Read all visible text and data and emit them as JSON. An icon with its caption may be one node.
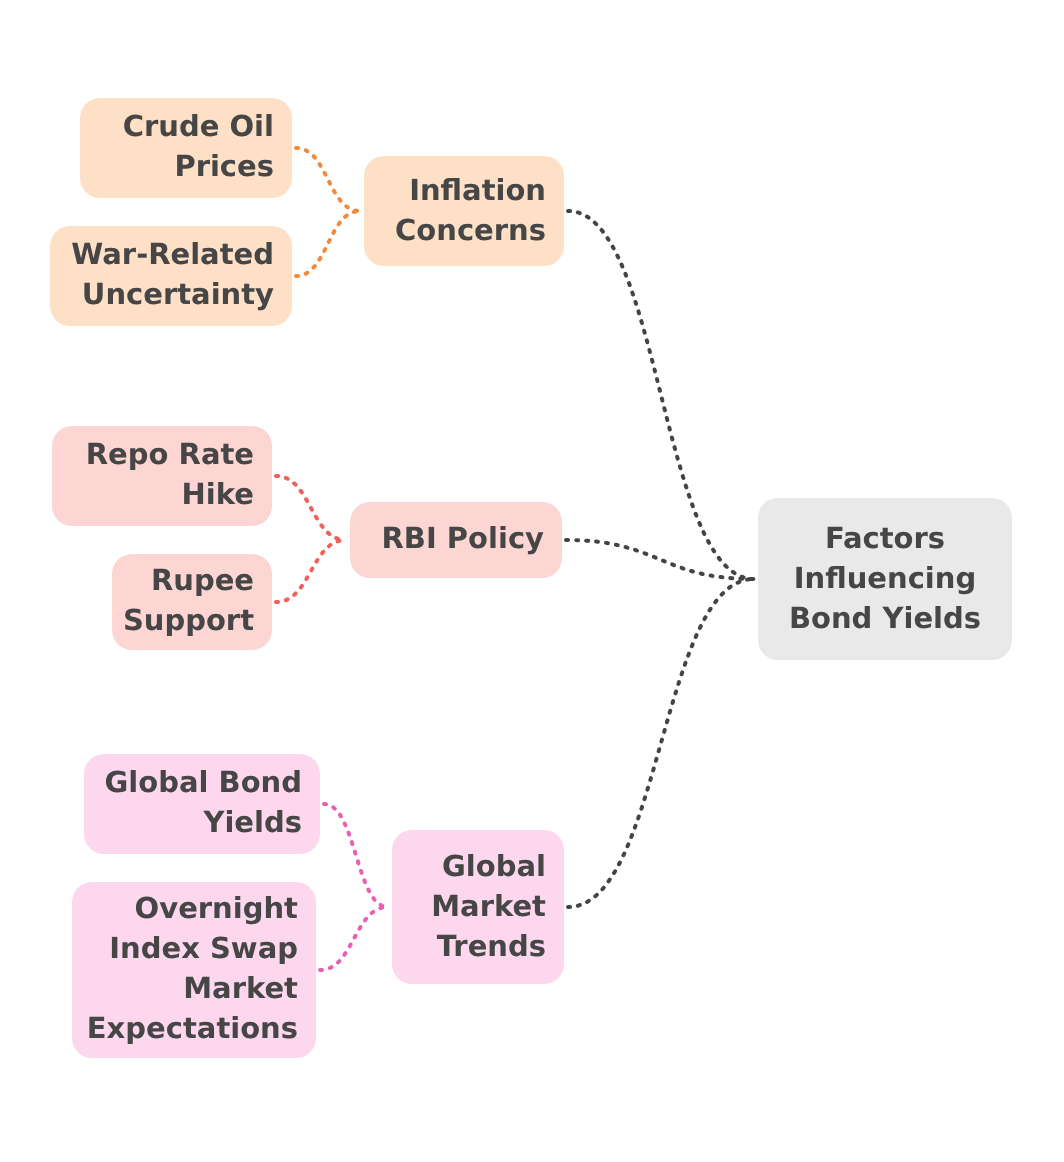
{
  "diagram": {
    "nodes": [
      {
        "text": [
          "Crude Oil Prices"
        ]
      },
      {
        "text": [
          "War-Related Uncertainty"
        ]
      },
      {
        "text": [
          "Inflation Concerns"
        ]
      },
      {
        "text": [
          "Repo Rate Hike"
        ]
      },
      {
        "text": [
          "Rupee Support"
        ]
      },
      {
        "text": [
          "RBI Policy"
        ]
      },
      {
        "text": [
          "Global Bond Yields"
        ]
      },
      {
        "text": [
          "Overnight Index Swap Market Expectations"
        ]
      },
      {
        "text": [
          "Global Market Trends"
        ]
      },
      {
        "text": [
          "Factors Influencing Bond Yields"
        ]
      }
    ],
    "edges": [
      {
        "from": 0,
        "to": 2,
        "arrow": "none",
        "style": "dashed",
        "color": "#f08a3c"
      },
      {
        "from": 1,
        "to": 2,
        "arrow": "none",
        "style": "dashed",
        "color": "#f08a3c"
      },
      {
        "from": 3,
        "to": 5,
        "arrow": "none",
        "style": "dashed",
        "color": "#f0605a"
      },
      {
        "from": 4,
        "to": 5,
        "arrow": "none",
        "style": "dashed",
        "color": "#f0605a"
      },
      {
        "from": 6,
        "to": 8,
        "arrow": "none",
        "style": "dashed",
        "color": "#e860b0"
      },
      {
        "from": 7,
        "to": 8,
        "arrow": "none",
        "style": "dashed",
        "color": "#e860b0"
      },
      {
        "from": 2,
        "to": 9,
        "arrow": "none",
        "style": "dashed",
        "color": "#444444"
      },
      {
        "from": 5,
        "to": 9,
        "arrow": "none",
        "style": "dashed",
        "color": "#444444"
      },
      {
        "from": 8,
        "to": 9,
        "arrow": "none",
        "style": "dashed",
        "color": "#444444"
      }
    ]
  }
}
